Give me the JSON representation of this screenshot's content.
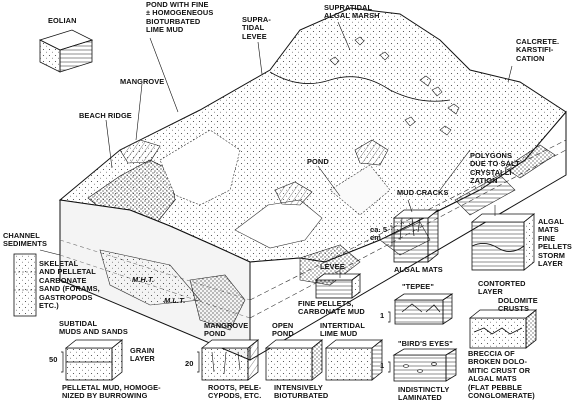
{
  "labels": {
    "eolian": "EOLIAN",
    "pond_fine": "POND WITH FINE\n± HOMOGENEOUS\nBIOTURBATED\nLIME MUD",
    "supratidal_levee": "SUPRA-\nTIDAL\nLEVEE",
    "supratidal_marsh": "SUPRATIDAL\nALGAL MARSH",
    "calcrete": "CALCRETE.\nKARSTIFI-\nCATION",
    "mangrove": "MANGROVE",
    "beach_ridge": "BEACH RIDGE",
    "pond": "POND",
    "polygons": "POLYGONS\nDUE TO SALT\nCRYSTALLI-\nZATION",
    "mud_cracks": "MUD CRACKS",
    "algal_mats_fine": "ALGAL\nMATS\nFINE\nPELLETS\nSTORM\nLAYER",
    "channel_sediments": "CHANNEL\nSEDIMENTS",
    "levee": "LEVEE",
    "algal_mats": "ALGAL MATS",
    "skeletal": "SKELETAL\nAND PELLETAL\nCARBONATE\nSAND (FORAMS,\nGASTROPODS\nETC.)",
    "mht": "M.H.T.",
    "mlt": "M.L.T.",
    "tepee": "\"TEPEE\"",
    "contorted": "CONTORTED\nLAYER",
    "fine_pellets": "FINE PELLETS,\nCARBONATE MUD",
    "dolomite": "DOLOMITE\nCRUSTS",
    "subtidal": "SUBTIDAL\nMUDS AND SANDS",
    "mangrove_pond": "MANGROVE\nPOND",
    "open_pond": "OPEN\nPOND",
    "intertidal": "INTERTIDAL\nLIME MUD",
    "birds_eyes": "\"BIRD'S EYES\"",
    "grain_layer": "GRAIN\nLAYER",
    "breccia": "BRECCIA OF\nBROKEN DOLO-\nMITIC CRUST OR\nALGAL MATS\n(FLAT PEBBLE\nCONGLOMERATE)",
    "pelletal_mud": "PELLETAL MUD, HOMOGE-\nNIZED BY BURROWING",
    "roots": "ROOTS, PELE-\nCYPODS, ETC.",
    "bioturbated": "INTENSIVELY\nBIOTURBATED",
    "laminated": "INDISTINCTLY\nLAMINATED"
  },
  "scales": {
    "ca5cm": "ca. 5\ncm",
    "s50": "50",
    "s20": "20",
    "s1a": "1",
    "s1b": "1"
  }
}
